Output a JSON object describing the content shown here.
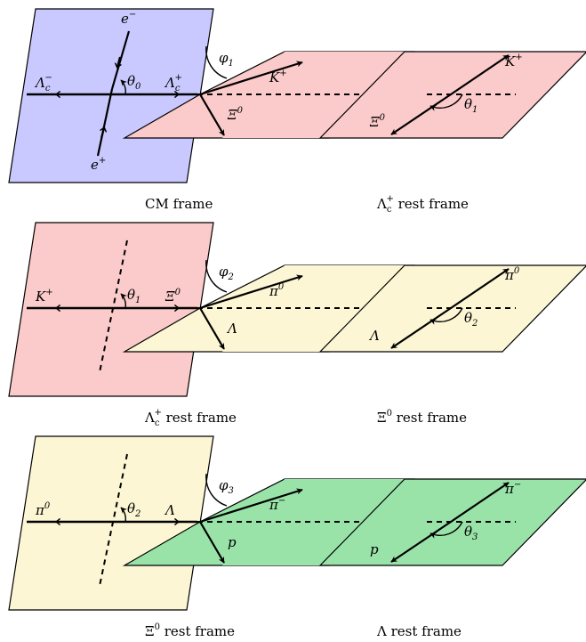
{
  "colors": {
    "cm_plane": "#c9c9ff",
    "lambda_c_plane": "#fbcaca",
    "xi_plane": "#fcf6d4",
    "lambda_plane": "#99e3a9",
    "stroke": "#000000"
  },
  "rows": [
    {
      "frame_caption": {
        "base": "CM frame",
        "sup": "",
        "sub": "",
        "rest": ""
      },
      "decay_caption": {
        "base": "Λ",
        "sup": "+",
        "sub": "c",
        "rest": " rest frame"
      },
      "left_arrow": {
        "base": "Λ",
        "sup": "−",
        "sub": "c"
      },
      "right_arrow": {
        "base": "Λ",
        "sup": "+",
        "sub": "c"
      },
      "tilted_top": {
        "base": "e",
        "sup": "−",
        "sub": ""
      },
      "tilted_bottom": {
        "base": "e",
        "sup": "+",
        "sub": ""
      },
      "theta_left": {
        "base": "θ",
        "sub": "0"
      },
      "phi": {
        "base": "φ",
        "sub": "1"
      },
      "daughter_up": {
        "base": "K",
        "sup": "+",
        "sub": ""
      },
      "daughter_down": {
        "base": "Ξ",
        "sup": "0",
        "sub": ""
      },
      "theta_right": {
        "base": "θ",
        "sub": "1"
      },
      "left_plane_color": "cm_plane",
      "decay_plane_color": "lambda_c_plane",
      "tilted_arrows": true
    },
    {
      "frame_caption": {
        "base": "Λ",
        "sup": "+",
        "sub": "c",
        "rest": " rest frame"
      },
      "decay_caption": {
        "base": "Ξ",
        "sup": "0",
        "sub": "",
        "rest": " rest frame"
      },
      "left_arrow": {
        "base": "K",
        "sup": "+",
        "sub": ""
      },
      "right_arrow": {
        "base": "Ξ",
        "sup": "0",
        "sub": ""
      },
      "theta_left": {
        "base": "θ",
        "sub": "1"
      },
      "phi": {
        "base": "φ",
        "sub": "2"
      },
      "daughter_up": {
        "base": "π",
        "sup": "0",
        "sub": ""
      },
      "daughter_down": {
        "base": "Λ",
        "sup": "",
        "sub": ""
      },
      "theta_right": {
        "base": "θ",
        "sub": "2"
      },
      "left_plane_color": "lambda_c_plane",
      "decay_plane_color": "xi_plane",
      "tilted_arrows": false
    },
    {
      "frame_caption": {
        "base": "Ξ",
        "sup": "0",
        "sub": "",
        "rest": " rest frame"
      },
      "decay_caption": {
        "base": "Λ",
        "sup": "",
        "sub": "",
        "rest": " rest frame"
      },
      "left_arrow": {
        "base": "π",
        "sup": "0",
        "sub": ""
      },
      "right_arrow": {
        "base": "Λ",
        "sup": "",
        "sub": ""
      },
      "theta_left": {
        "base": "θ",
        "sub": "2"
      },
      "phi": {
        "base": "φ",
        "sub": "3"
      },
      "daughter_up": {
        "base": "π",
        "sup": "−",
        "sub": ""
      },
      "daughter_down": {
        "base": "p",
        "sup": "",
        "sub": ""
      },
      "theta_right": {
        "base": "θ",
        "sub": "3"
      },
      "left_plane_color": "xi_plane",
      "decay_plane_color": "lambda_plane",
      "tilted_arrows": false
    }
  ]
}
